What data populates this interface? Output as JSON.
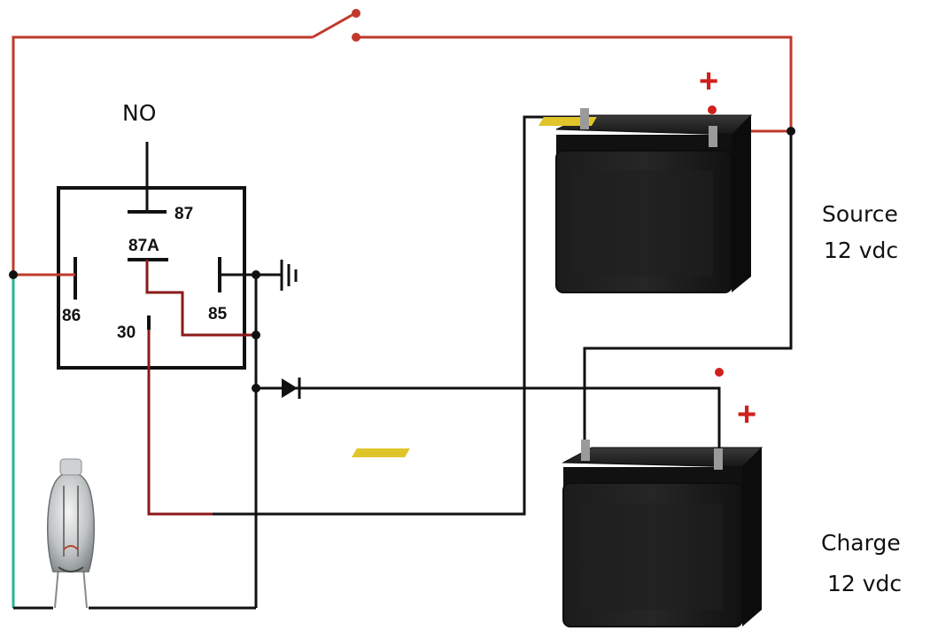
{
  "relay": {
    "state_label": "NO",
    "pins": {
      "p87": "87",
      "p87a": "87A",
      "p86": "86",
      "p85": "85",
      "p30": "30"
    }
  },
  "source_battery": {
    "label": "Source",
    "voltage": "12 vdc",
    "polarity": "+"
  },
  "charge_battery": {
    "label": "Charge",
    "voltage": "12 vdc",
    "polarity": "+"
  },
  "colors": {
    "wire_positive": "#c0392b",
    "wire_dark_red": "#8b1a1a",
    "wire_black": "#111111",
    "wire_green": "#2bb590",
    "battery_body": "#1b1b1b",
    "plus_sign": "#d0201c"
  },
  "icons": [
    "switch-icon",
    "relay-icon",
    "ground-icon",
    "diode-icon",
    "lamp-icon",
    "battery-icon"
  ]
}
